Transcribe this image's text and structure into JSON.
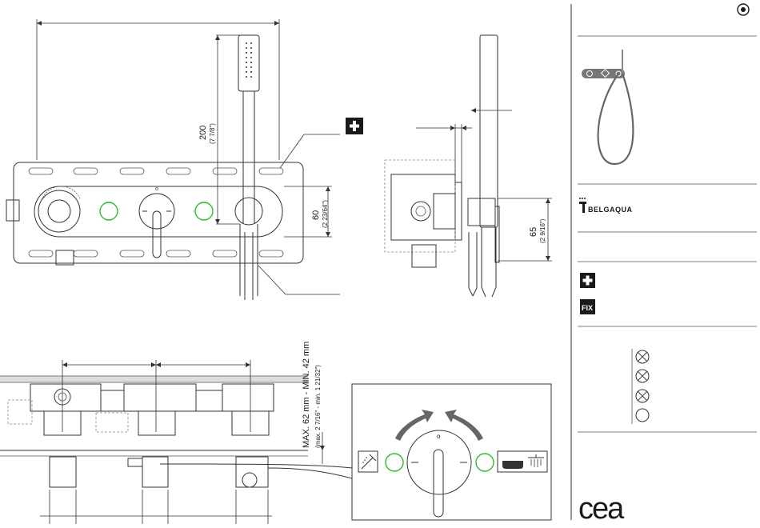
{
  "front_view": {
    "dim_height_mm": "200",
    "dim_height_in": "(7 7/8\")",
    "dim_plate_mm": "60",
    "dim_plate_in": "(2 23/64\")"
  },
  "side_view": {
    "dim_mm": "65",
    "dim_in": "(2 9/16\")"
  },
  "section_view": {
    "depth_range_mm": "MAX. 62 mm - MIN. 42 mm",
    "depth_range_in": "(max. 2 7/16\" - min. 1 21/32\")"
  },
  "mixer_detail": {
    "handle_mark": "o"
  },
  "sidebar": {
    "brand_logo": "BELGAQUA",
    "plus_badge": "+",
    "fix_badge": "FIX",
    "company_logo": "cea"
  },
  "icons": [
    "target-icon",
    "plus-icon",
    "hand-shower-icon",
    "bathtub-spout-icon",
    "belgaqua-logo",
    "cea-logo",
    "valve-crossed-icon",
    "valve-open-icon"
  ],
  "colors": {
    "highlight": "#2bbf2b",
    "line": "#333333",
    "badge": "#1a1a1a"
  }
}
